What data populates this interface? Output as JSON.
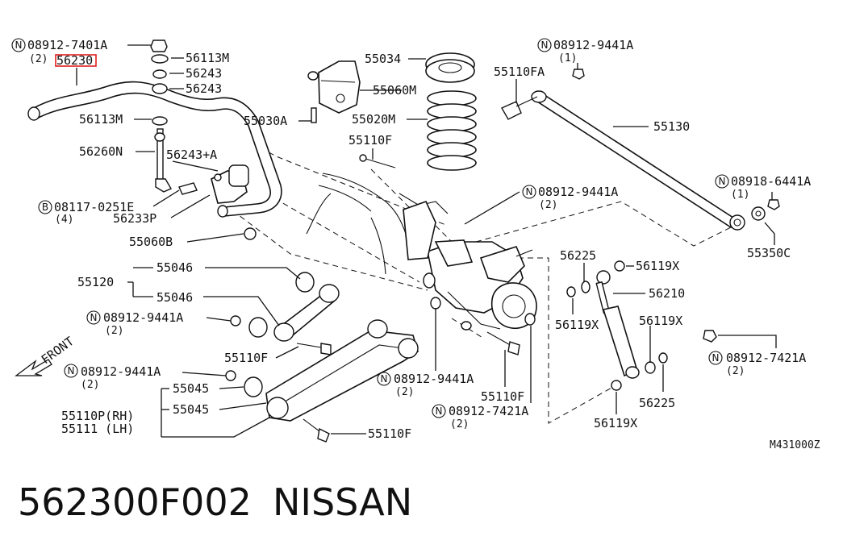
{
  "labels": {
    "n_08912_7401a": "08912-7401A",
    "n_08912_7401a_qty": "(2)",
    "p_56230": "56230",
    "p_56113m_top": "56113M",
    "p_56243_a": "56243",
    "p_56243_b": "56243",
    "p_56113m_mid": "56113M",
    "p_56260n": "56260N",
    "p_56243a": "56243+A",
    "b_08117_0251e": "08117-0251E",
    "b_08117_0251e_qty": "(4)",
    "p_56233p": "56233P",
    "p_55060b": "55060B",
    "p_55034": "55034",
    "p_55060m": "55060M",
    "p_55030a": "55030A",
    "p_55020m": "55020M",
    "p_55110f_top": "55110F",
    "n_08912_9441a_tr": "08912-9441A",
    "n_08912_9441a_tr_qty": "(1)",
    "p_55110fa": "55110FA",
    "p_55130": "55130",
    "n_08918_6441a": "08918-6441A",
    "n_08918_6441a_qty": "(1)",
    "p_55350c": "55350C",
    "n_08912_9441a_mid": "08912-9441A",
    "n_08912_9441a_mid_qty": "(2)",
    "p_55046_a": "55046",
    "p_55120": "55120",
    "p_55046_b": "55046",
    "n_08912_9441a_left": "08912-9441A",
    "n_08912_9441a_left_qty": "(2)",
    "p_55110f_mid": "55110F",
    "front": "FRONT",
    "n_08912_9441a_left2": "08912-9441A",
    "n_08912_9441a_left2_qty": "(2)",
    "p_55045_a": "55045",
    "p_55045_b": "55045",
    "p_55110p_rh": "55110P(RH)",
    "p_55111_lh": "55111 (LH)",
    "p_55110f_bot": "55110F",
    "n_08912_9441a_bot": "08912-9441A",
    "n_08912_9441a_bot_qty": "(2)",
    "p_55110f_bot2": "55110F",
    "n_08912_7421a_bot": "08912-7421A",
    "n_08912_7421a_bot_qty": "(2)",
    "p_56225_top": "56225",
    "p_56119x_a": "56119X",
    "p_56210": "56210",
    "p_56119x_b": "56119X",
    "p_56119x_c": "56119X",
    "p_56225_bot": "56225",
    "p_56119x_d": "56119X",
    "n_08912_7421a_right": "08912-7421A",
    "n_08912_7421a_right_qty": "(2)",
    "ref_code": "M431000Z"
  },
  "prefix_symbols": {
    "nut": "N",
    "bolt": "B"
  },
  "highlight_color": "#e02020",
  "footer": {
    "part_number": "562300F002",
    "brand": "NISSAN"
  }
}
